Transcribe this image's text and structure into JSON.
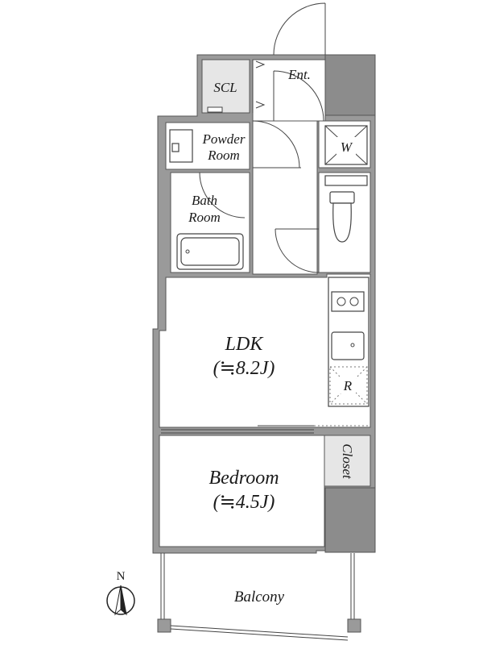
{
  "rooms": {
    "scl": "SCL",
    "entrance": "Ent.",
    "powder_room_1": "Powder",
    "powder_room_2": "Room",
    "washer": "W",
    "bath_room_1": "Bath",
    "bath_room_2": "Room",
    "ldk": "LDK",
    "ldk_size": "(≒8.2J)",
    "refrigerator": "R",
    "closet": "Closet",
    "bedroom": "Bedroom",
    "bedroom_size": "(≒4.5J)",
    "balcony": "Balcony"
  },
  "compass": {
    "north_label": "N"
  },
  "colors": {
    "wall": "#9a9a9a",
    "storage_fill": "#e6e6e6"
  }
}
